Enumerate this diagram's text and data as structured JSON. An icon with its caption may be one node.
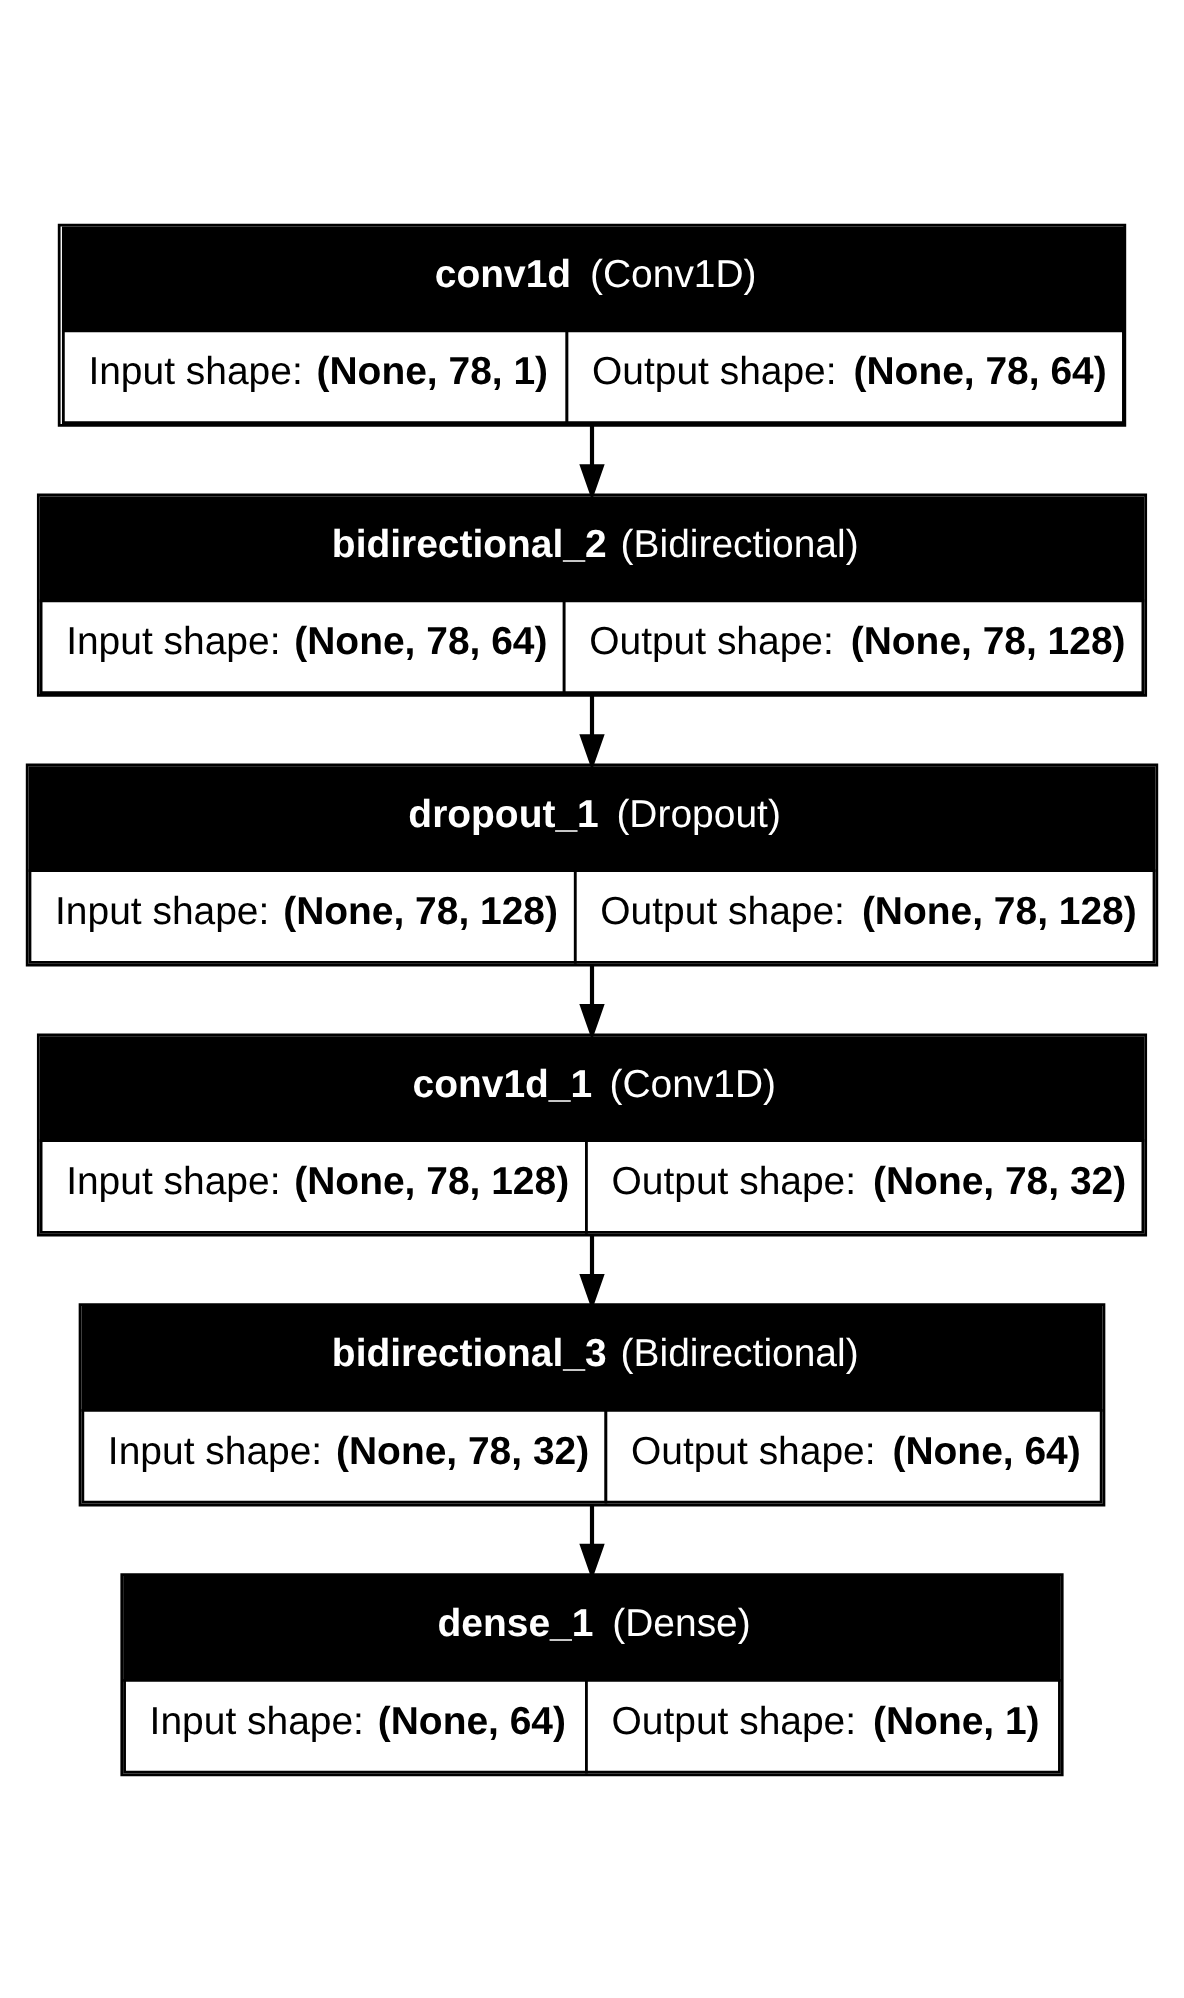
{
  "diagram": {
    "nodes": [
      {
        "text": [
          "**conv1d** (Conv1D)",
          "Input shape: **(None, 78, 1)**",
          "Output shape: **(None, 78, 64)**"
        ]
      },
      {
        "text": [
          "**bidirectional_2** (Bidirectional)",
          "Input shape: **(None, 78, 64)**",
          "Output shape: **(None, 78, 128)**"
        ]
      },
      {
        "text": [
          "**dropout_1** (Dropout)",
          "Input shape: **(None, 78, 128)**",
          "Output shape: **(None, 78, 128)**"
        ]
      },
      {
        "text": [
          "**conv1d_1** (Conv1D)",
          "Input shape: **(None, 78, 128)**",
          "Output shape: **(None, 78, 32)**"
        ]
      },
      {
        "text": [
          "**bidirectional_3** (Bidirectional)",
          "Input shape: **(None, 78, 32)**",
          "Output shape: **(None, 64)**"
        ]
      },
      {
        "text": [
          "**dense_1** (Dense)",
          "Input shape: **(None, 64)**",
          "Output shape: **(None, 1)**"
        ]
      }
    ],
    "edges": [
      {
        "from": 0,
        "to": 1,
        "arrow": "to"
      },
      {
        "from": 1,
        "to": 2,
        "arrow": "to"
      },
      {
        "from": 2,
        "to": 3,
        "arrow": "to"
      },
      {
        "from": 3,
        "to": 4,
        "arrow": "to"
      },
      {
        "from": 4,
        "to": 5,
        "arrow": "to"
      }
    ]
  }
}
